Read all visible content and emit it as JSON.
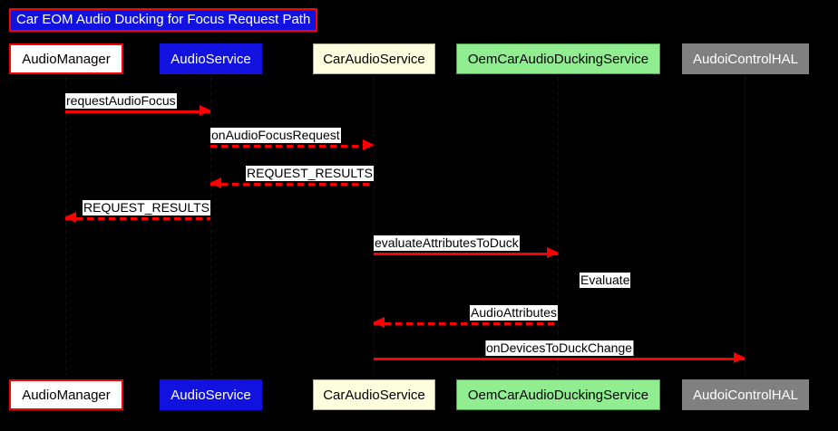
{
  "diagram": {
    "type": "sequence-diagram",
    "title": "Car EOM Audio Ducking for Focus Request Path",
    "background_color": "#000000",
    "accent_color": "#FF0000",
    "title_bg_color": "#1212E0",
    "title_border_color": "#FF0000",
    "participants": [
      {
        "name": "AudioManager",
        "style": "white",
        "bg": "#FFFFFF",
        "text_color": "#000000",
        "border": "#FF0000"
      },
      {
        "name": "AudioService",
        "style": "blue",
        "bg": "#1212E0",
        "text_color": "#FFFFFF",
        "border": "#1212E0"
      },
      {
        "name": "CarAudioService",
        "style": "cream",
        "bg": "#FFFFE0",
        "text_color": "#000000",
        "border": "#B0B090"
      },
      {
        "name": "OemCarAudioDuckingService",
        "style": "green",
        "bg": "#90EE90",
        "text_color": "#000000",
        "border": "#49A049"
      },
      {
        "name": "AudoiControlHAL",
        "style": "gray",
        "bg": "#808080",
        "text_color": "#FFFFFF",
        "border": "#808080"
      }
    ],
    "messages": [
      {
        "label": "requestAudioFocus",
        "from": "AudioManager",
        "to": "AudioService",
        "line": "solid",
        "direction": "right",
        "label_align": "left"
      },
      {
        "label": "onAudioFocusRequest",
        "from": "AudioService",
        "to": "CarAudioService",
        "line": "dashed",
        "direction": "right",
        "label_align": "left"
      },
      {
        "label": "REQUEST_RESULTS",
        "from": "CarAudioService",
        "to": "AudioService",
        "line": "dashed",
        "direction": "left",
        "label_align": "right"
      },
      {
        "label": "REQUEST_RESULTS",
        "from": "AudioService",
        "to": "AudioManager",
        "line": "dashed",
        "direction": "left",
        "label_align": "right"
      },
      {
        "label": "evaluateAttributesToDuck",
        "from": "CarAudioService",
        "to": "OemCarAudioDuckingService",
        "line": "solid",
        "direction": "right",
        "label_align": "left"
      },
      {
        "label": "AudioAttributes",
        "from": "OemCarAudioDuckingService",
        "to": "CarAudioService",
        "line": "dashed",
        "direction": "left",
        "label_align": "right"
      },
      {
        "label": "onDevicesToDuckChange",
        "from": "CarAudioService",
        "to": "AudoiControlHAL",
        "line": "solid",
        "direction": "right",
        "label_align": "center"
      }
    ],
    "notes": [
      {
        "label": "Evaluate",
        "near": "OemCarAudioDuckingService"
      }
    ]
  }
}
